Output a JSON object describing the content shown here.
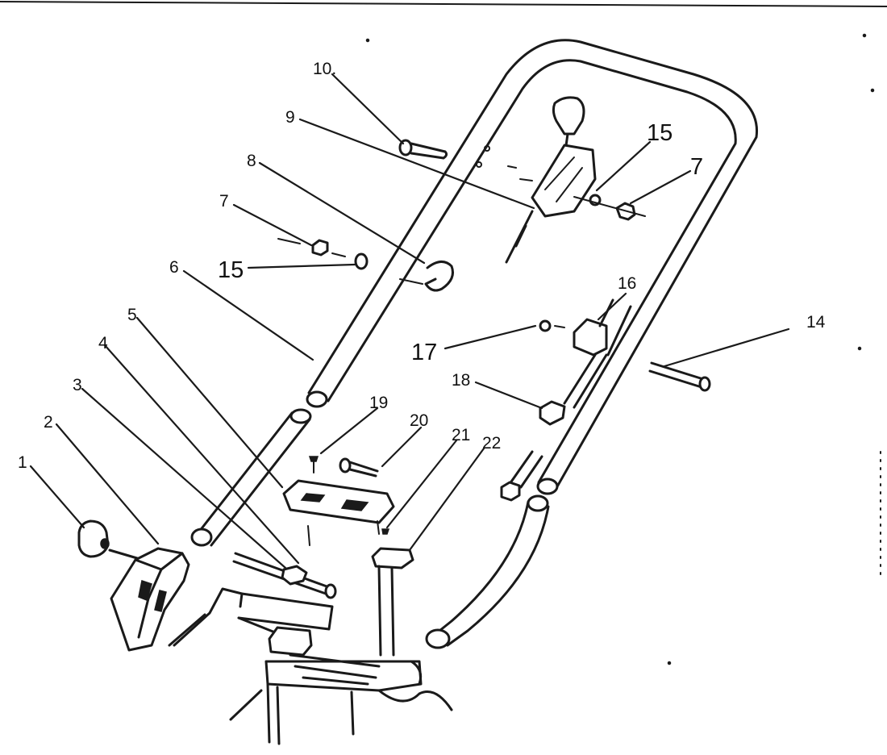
{
  "diagram": {
    "background": "#ffffff",
    "ink_color": "#1a1a1a",
    "callouts": [
      {
        "id": "c1",
        "text": "1"
      },
      {
        "id": "c2",
        "text": "2"
      },
      {
        "id": "c3",
        "text": "3"
      },
      {
        "id": "c4",
        "text": "4"
      },
      {
        "id": "c5",
        "text": "5"
      },
      {
        "id": "c6",
        "text": "6"
      },
      {
        "id": "c7a",
        "text": "7"
      },
      {
        "id": "c7b",
        "text": "7"
      },
      {
        "id": "c8",
        "text": "8"
      },
      {
        "id": "c9",
        "text": "9"
      },
      {
        "id": "c10",
        "text": "10."
      },
      {
        "id": "c14",
        "text": "14"
      },
      {
        "id": "c15a",
        "text": "15"
      },
      {
        "id": "c15b",
        "text": "15"
      },
      {
        "id": "c16",
        "text": "16"
      },
      {
        "id": "c17",
        "text": "17"
      },
      {
        "id": "c18",
        "text": "18"
      },
      {
        "id": "c19",
        "text": "19"
      },
      {
        "id": "c20",
        "text": "20"
      },
      {
        "id": "c21",
        "text": "21"
      },
      {
        "id": "c22",
        "text": "22"
      }
    ]
  }
}
